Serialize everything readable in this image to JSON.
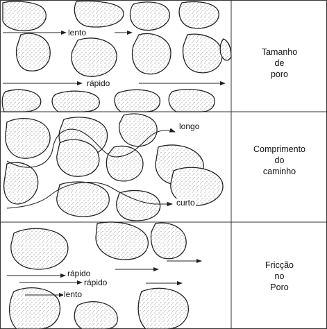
{
  "panels": [
    {
      "caption_lines": [
        "Tamanho",
        "de",
        "poro"
      ],
      "labels": {
        "slow": "lento",
        "fast": "rápido"
      }
    },
    {
      "caption_lines": [
        "Comprimento",
        "do",
        "caminho"
      ],
      "labels": {
        "long": "longo",
        "short": "curto"
      }
    },
    {
      "caption_lines": [
        "Fricção",
        "no",
        "Poro"
      ],
      "labels": {
        "fast1": "rápido",
        "fast2": "rápido",
        "slow": "lento"
      }
    }
  ],
  "colors": {
    "line": "#222222",
    "grain_fill": "#ffffff",
    "stipple": "#6a6a6a",
    "border": "#333333"
  }
}
